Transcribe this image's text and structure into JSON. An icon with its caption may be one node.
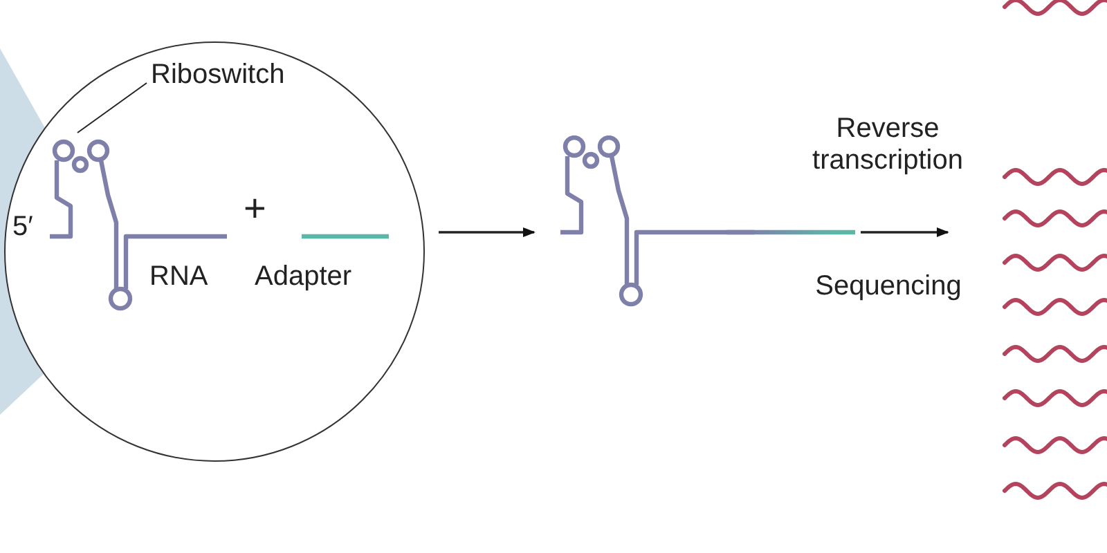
{
  "diagram": {
    "nodes": [
      {
        "text": [],
        "shape": "circle"
      },
      {
        "text": [
          "Riboswitch"
        ],
        "in": 0
      },
      {
        "text": [],
        "shape": "picture"
      },
      {
        "text": [],
        "shape": "picture"
      }
    ],
    "edges": [
      {
        "from": 1,
        "to": null,
        "arrow": "none"
      },
      {
        "from": 0,
        "to": 2,
        "arrow": "to"
      },
      {
        "from": 2,
        "to": 3,
        "arrow": "to",
        "label": "Reverse transcription"
      }
    ],
    "labels": [
      "5′",
      "+",
      "RNA",
      "Adapter",
      "Sequencing"
    ]
  }
}
